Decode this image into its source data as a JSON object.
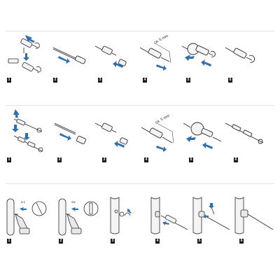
{
  "rows": [
    {
      "steps": [
        "1",
        "2",
        "3",
        "4",
        "5",
        "6"
      ],
      "measurement": "ca. 5 mm"
    },
    {
      "steps": [
        "1",
        "2",
        "3",
        "4",
        "5",
        "6"
      ],
      "measurement": "ca. 5 mm"
    },
    {
      "steps": [
        "1",
        "2",
        "3",
        "4",
        "5",
        "6"
      ],
      "drill_labels": [
        "Ø 6",
        "SW"
      ]
    }
  ],
  "colors": {
    "arrow": "#2f6fae",
    "line": "#2a2a2a",
    "badge": "#1c1c1c"
  }
}
